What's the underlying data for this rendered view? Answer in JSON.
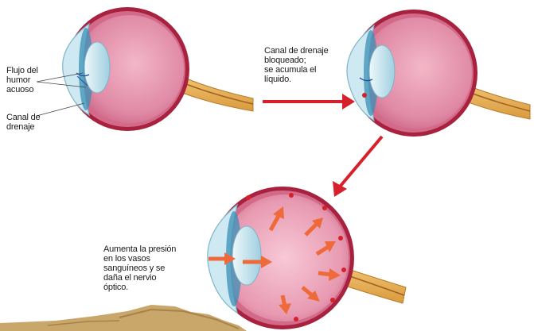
{
  "labels": {
    "flow": [
      "Flujo del",
      "humor",
      "acuoso"
    ],
    "drain": [
      "Canal de",
      "drenaje"
    ],
    "blocked": [
      "Canal de drenaje",
      "bloqueado;",
      "se acumula el",
      "líquido."
    ],
    "pressure": [
      "Aumenta la presión",
      "en los vasos",
      "sanguíneos y se",
      "daña el nervio",
      "óptico."
    ]
  },
  "colors": {
    "vitreous": "#dc8aa5",
    "sclera": "#a8223f",
    "lens": "#bfe3ee",
    "optic_nerve": "#e8b45c",
    "arrow": "#d6202a",
    "pressure_arrow": "#ef6a3a",
    "rock": "#c9a66a"
  }
}
